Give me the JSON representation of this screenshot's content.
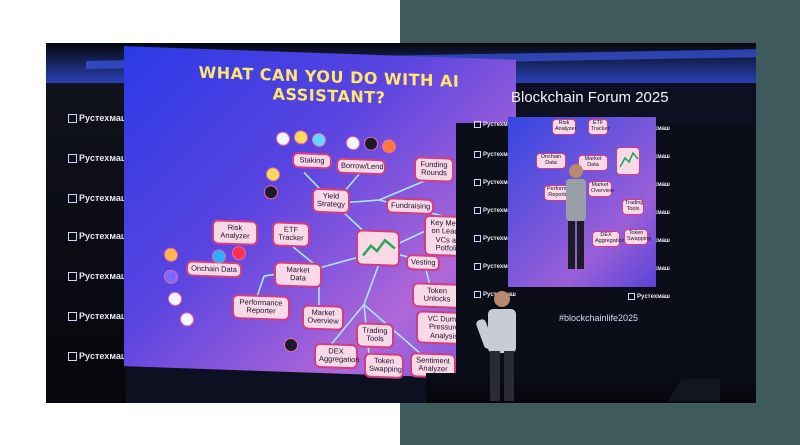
{
  "slide": {
    "title": "WHAT CAN YOU DO WITH AI ASSISTANT?",
    "nodes": {
      "staking": "Staking",
      "borrow_lend": "Borrow/Lend",
      "funding_rounds": "Funding Rounds",
      "yield_strategy": "Yield Strategy",
      "fundraising": "Fundraising",
      "key_metrics": "Key Metrics on Leading VCs and Potfolios",
      "risk_analyzer": "Risk Analyzer",
      "etf_tracker": "ETF Tracker",
      "vesting": "Vesting",
      "onchain_data": "Onchain Data",
      "market_data": "Market Data",
      "token_unlocks": "Token Unlocks",
      "performance_reporter": "Performance Reporter",
      "market_overview": "Market Overview",
      "vc_dump": "VC Dump Pressure Analysis",
      "trading_tools": "Trading Tools",
      "dex_aggregation": "DEX Aggregation",
      "token_swapping": "Token Swapping",
      "sentiment_analyzer": "Sentiment Analyzer"
    }
  },
  "sponsor_logo": "Pycтехмаш",
  "event": {
    "title": "Blockchain Forum 2025",
    "hashtag": "#blockchainlife2025"
  },
  "small_slide": {
    "risk_analyzer": "Risk Analyzer",
    "etf_tracker": "ETF Tracker",
    "onchain_data": "Onchain Data",
    "market_data": "Market Data",
    "performance_reporter": "Performance Reporter",
    "market_overview": "Market Overview",
    "trading_tools": "Trading Tools",
    "dex_aggregation": "DEX Aggregation",
    "token_swapping": "Token Swapping"
  },
  "colors": {
    "title": "#ffe66d",
    "node_border": "#d03e84",
    "node_fill": "#f9d9e6",
    "teal_panel": "#3f5a5c"
  }
}
